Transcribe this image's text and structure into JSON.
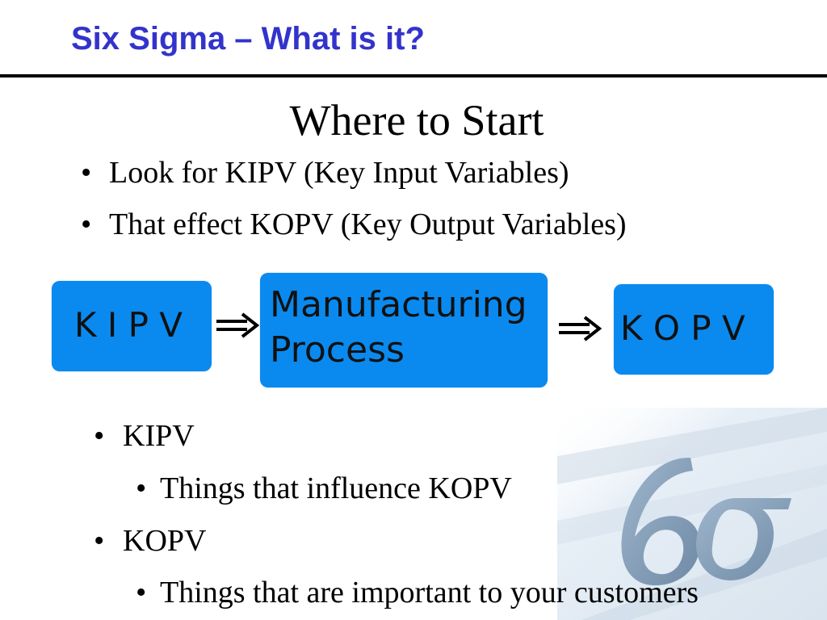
{
  "slide": {
    "title": "Six Sigma – What is it?",
    "subtitle": "Where to Start",
    "intro_bullets": [
      "Look for KIPV (Key Input Variables)",
      "That effect KOPV (Key Output Variables)"
    ],
    "bullet_glyph": "•",
    "flow": {
      "input_label": "K I P V",
      "process_label_line1": "Manufacturing",
      "process_label_line2": "Process",
      "output_label": "K O P V",
      "box_color": "#0a8aef"
    },
    "definitions": [
      {
        "term": "KIPV",
        "description": "Things that influence KOPV"
      },
      {
        "term": "KOPV",
        "description": "Things that are important to your customers"
      }
    ],
    "colors": {
      "title": "#3333cc",
      "rule": "#000000"
    },
    "icons": {
      "flow_arrow": "double-right-arrow-icon",
      "watermark": "six-sigma-logo"
    }
  }
}
